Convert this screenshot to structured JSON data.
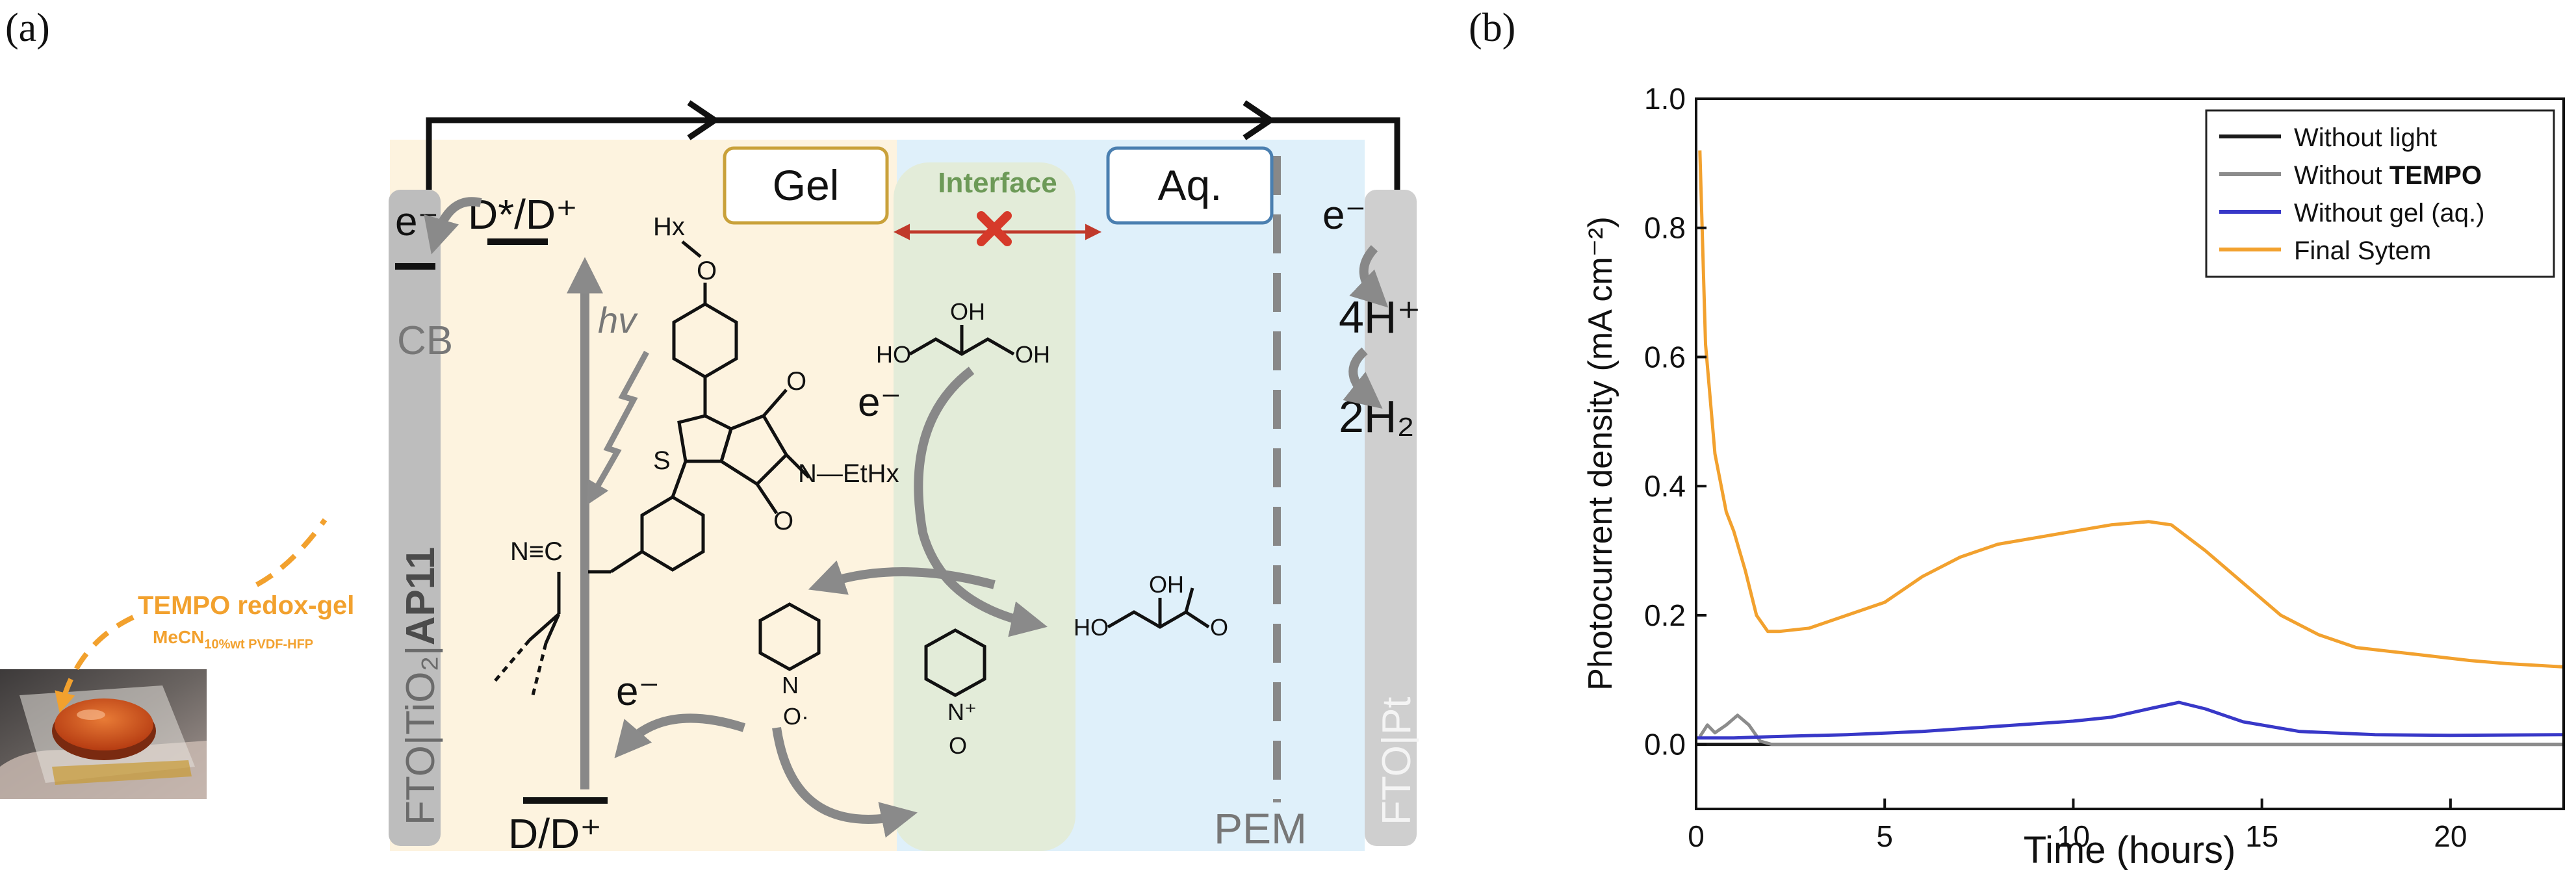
{
  "panels": {
    "a": {
      "label": "(a)"
    },
    "b": {
      "label": "(b)"
    }
  },
  "diagram": {
    "boxes": {
      "gel": "Gel",
      "aqueous": "Aq.",
      "interface": "Interface"
    },
    "left_electrode": {
      "electron": "e⁻",
      "cb": "CB",
      "stack": "FTO|TiO₂|",
      "stack_bold": "AP11"
    },
    "right_electrode": {
      "label": "FTO|Pt",
      "electron": "e⁻",
      "protons": "4H⁺",
      "hydrogen": "2H₂"
    },
    "levels": {
      "excited": "D*/D⁺",
      "ground": "D/D⁺",
      "hv": "hv"
    },
    "membrane": "PEM",
    "electron_mid": "e⁻",
    "electron_low": "e⁻",
    "dye_groups": {
      "hexyl": "Hx",
      "ethylhexyl": "N—EtHx",
      "nitrile": "N≡C"
    },
    "redox_gel": {
      "title": "TEMPO redox-gel",
      "solvent": "MeCN",
      "solvent_sub": "10%wt PVDF-HFP"
    }
  },
  "chart_data": {
    "type": "line",
    "xlabel": "Time (hours)",
    "ylabel": "Photocurrent density (mA cm⁻²)",
    "xlim": [
      0,
      23
    ],
    "ylim": [
      -0.1,
      1.0
    ],
    "xticks": [
      0,
      5,
      10,
      15,
      20
    ],
    "yticks": [
      0.0,
      0.2,
      0.4,
      0.6,
      0.8,
      1.0
    ],
    "ytick_labels": [
      "0.0",
      "0.2",
      "0.4",
      "0.6",
      "0.8",
      "1.0"
    ],
    "legend_position": "top-right",
    "series": [
      {
        "name": "Without light",
        "color": "#1a1a1a",
        "x": [
          0,
          2,
          5,
          10,
          15,
          20,
          23
        ],
        "y": [
          0.0,
          0.0,
          0.0,
          0.0,
          0.0,
          0.0,
          0.0
        ]
      },
      {
        "name": "Without TEMPO",
        "name_plain": "Without ",
        "name_bold": "TEMPO",
        "color": "#8c8c8c",
        "x": [
          0.1,
          0.3,
          0.5,
          0.8,
          1.1,
          1.4,
          1.7,
          2.0,
          3,
          5,
          10,
          15,
          20,
          23
        ],
        "y": [
          0.012,
          0.03,
          0.018,
          0.03,
          0.045,
          0.03,
          0.005,
          0.0,
          0.0,
          0.0,
          0.0,
          0.0,
          0.0,
          0.0
        ]
      },
      {
        "name": "Without gel (aq.)",
        "color": "#3838c8",
        "x": [
          0,
          1,
          2,
          4,
          6,
          8,
          10,
          11,
          12,
          12.8,
          13.5,
          14.5,
          16,
          18,
          20,
          23
        ],
        "y": [
          0.01,
          0.01,
          0.012,
          0.015,
          0.02,
          0.028,
          0.036,
          0.042,
          0.055,
          0.065,
          0.055,
          0.035,
          0.02,
          0.015,
          0.014,
          0.015
        ]
      },
      {
        "name": "Final Sytem",
        "color": "#f2a12e",
        "x": [
          0.1,
          0.25,
          0.5,
          0.8,
          1.0,
          1.3,
          1.6,
          1.9,
          2.2,
          3,
          4,
          5,
          6,
          7,
          8,
          9,
          10,
          11,
          12,
          12.6,
          13.5,
          14.5,
          15.5,
          16.5,
          17.5,
          19,
          20.5,
          21.5,
          23
        ],
        "y": [
          0.92,
          0.62,
          0.45,
          0.36,
          0.33,
          0.27,
          0.2,
          0.175,
          0.175,
          0.18,
          0.2,
          0.22,
          0.26,
          0.29,
          0.31,
          0.32,
          0.33,
          0.34,
          0.345,
          0.34,
          0.3,
          0.25,
          0.2,
          0.17,
          0.15,
          0.14,
          0.13,
          0.125,
          0.12
        ]
      }
    ]
  }
}
